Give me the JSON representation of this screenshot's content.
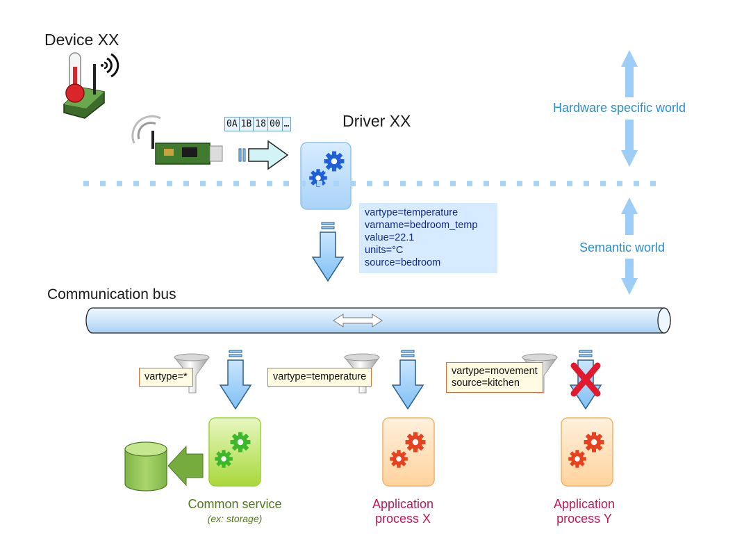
{
  "device": {
    "label": "Device XX"
  },
  "driver": {
    "label": "Driver XX"
  },
  "hex_bytes": [
    "0A",
    "1B",
    "18",
    "00",
    "…"
  ],
  "message": {
    "lines": [
      "vartype=temperature",
      "varname=bedroom_temp",
      "value=22.1",
      "units=°C",
      "source=bedroom"
    ]
  },
  "bus": {
    "label": "Communication bus"
  },
  "worlds": {
    "hardware": "Hardware specific world",
    "semantic": "Semantic world"
  },
  "filters": [
    {
      "lines": [
        "vartype=*"
      ]
    },
    {
      "lines": [
        "vartype=temperature"
      ]
    },
    {
      "lines": [
        "vartype=movement",
        "source=kitchen"
      ]
    }
  ],
  "consumers": {
    "common": {
      "title": "Common service",
      "subtitle": "(ex: storage)"
    },
    "app_x": {
      "line1": "Application",
      "line2": "process X"
    },
    "app_y": {
      "line1": "Application",
      "line2": "process Y"
    }
  },
  "colors": {
    "accent_blue": "#2a8fd0",
    "arrow_blue": "#9ccdf7",
    "app_red": "#c0175a",
    "service_green": "#4f7a1c",
    "reject_red": "#e0192c"
  }
}
